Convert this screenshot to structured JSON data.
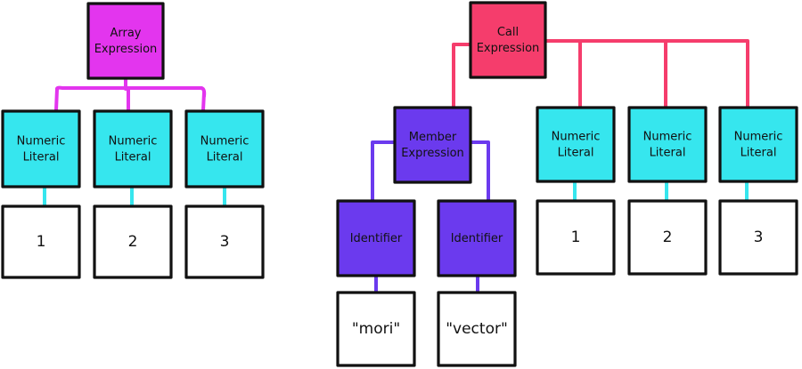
{
  "colors": {
    "array_expression": "#e335ee",
    "call_expression": "#f53d6c",
    "numeric_literal": "#36e6ee",
    "member_expression": "#6b3aee",
    "identifier": "#6b3aee",
    "value": "#ffffff",
    "outline": "#111111"
  },
  "array_tree": {
    "root": "Array\nExpression",
    "literals": [
      {
        "label": "Numeric\nLiteral",
        "value": "1"
      },
      {
        "label": "Numeric\nLiteral",
        "value": "2"
      },
      {
        "label": "Numeric\nLiteral",
        "value": "3"
      }
    ]
  },
  "call_tree": {
    "root": "Call\nExpression",
    "member": {
      "label": "Member\nExpression",
      "identifiers": [
        {
          "label": "Identifier",
          "value": "\"mori\""
        },
        {
          "label": "Identifier",
          "value": "\"vector\""
        }
      ]
    },
    "literals": [
      {
        "label": "Numeric\nLiteral",
        "value": "1"
      },
      {
        "label": "Numeric\nLiteral",
        "value": "2"
      },
      {
        "label": "Numeric\nLiteral",
        "value": "3"
      }
    ]
  }
}
